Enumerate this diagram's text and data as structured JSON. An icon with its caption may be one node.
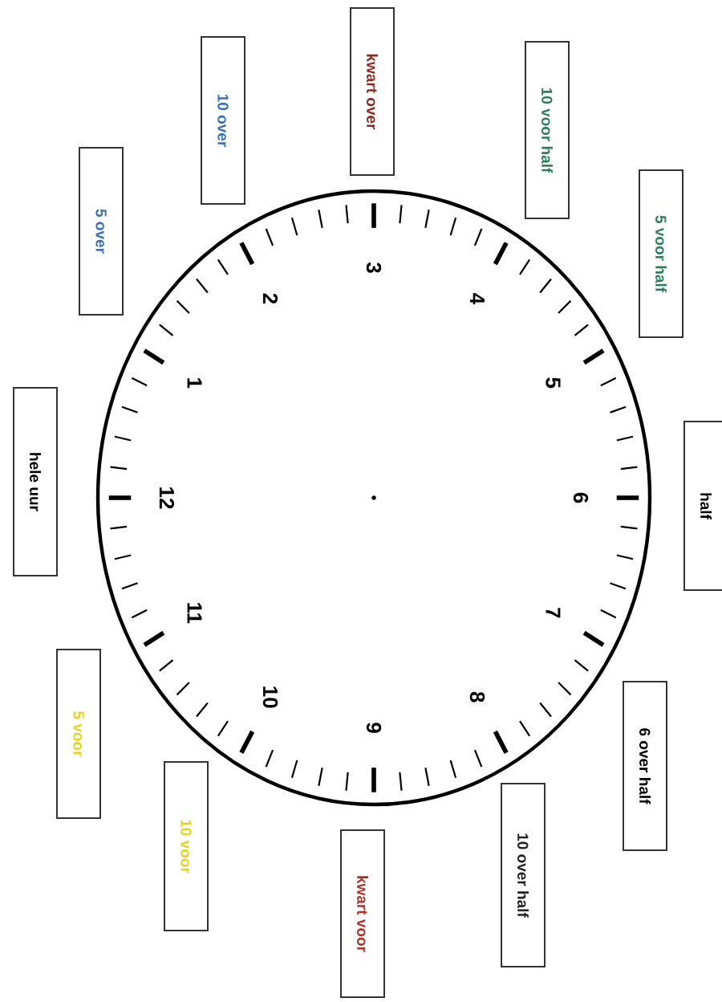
{
  "diagram": {
    "nodes": [
      {
        "text": [
          "hele uur"
        ]
      },
      {
        "text": [
          "5 over"
        ]
      },
      {
        "text": [
          "10 over"
        ]
      },
      {
        "text": [
          "kwart over"
        ]
      },
      {
        "text": [
          "10 voor half"
        ]
      },
      {
        "text": [
          "5 voor half"
        ]
      },
      {
        "text": [
          "half"
        ]
      },
      {
        "text": [
          "6 over half"
        ]
      },
      {
        "text": [
          "10 over half"
        ]
      },
      {
        "text": [
          "kwart voor"
        ]
      },
      {
        "text": [
          "10 voor"
        ]
      },
      {
        "text": [
          "5 voor"
        ]
      }
    ],
    "labels": [
      "12",
      "1",
      "2",
      "3",
      "4",
      "5",
      "6",
      "7",
      "8",
      "9",
      "10",
      "11"
    ]
  }
}
